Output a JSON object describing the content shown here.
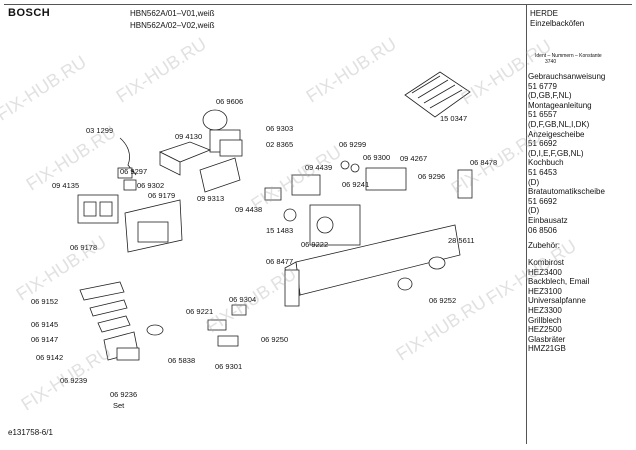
{
  "header": {
    "brand": "BOSCH",
    "model_line1": "HBN562A/01–V01,weiß",
    "model_line2": "HBN562A/02–V02,weiß",
    "category_line1": "HERDE",
    "category_line2": "Einzelbacköfen"
  },
  "ident_box": {
    "line1": "Ident – Nummern – Konstante",
    "line2": "3740"
  },
  "sidebar": {
    "docs": [
      "Gebrauchsanweisung",
      "51 6779",
      "(D,GB,F,NL)",
      "Montageanleitung",
      "51 6557",
      "(D,F,GB,NL,I,DK)",
      "Anzeigescheibe",
      "51 6692",
      "(D,I,E,F,GB,NL)",
      "Kochbuch",
      "51 6453",
      "(D)",
      "Bratautomatikscheibe",
      "51 6692",
      "(D)",
      "Einbausatz",
      "06 8506"
    ],
    "accessories_title": "Zubehör:",
    "accessories": [
      "Kombirost",
      "HEZ3400",
      "Backblech, Email",
      "HEZ3100",
      "Universalpfanne",
      "HEZ3300",
      "Grillblech",
      "HEZ2500",
      "Glasbräter",
      "HMZ21GB"
    ]
  },
  "part_labels": [
    "06 9606",
    "03 1299",
    "09 4130",
    "06 9303",
    "02 8365",
    "06 9299",
    "06 9300",
    "09 4267",
    "06 8478",
    "15 0347",
    "06 9297",
    "09 4135",
    "06 9302",
    "06 9179",
    "09 9313",
    "09 4439",
    "06 9241",
    "06 9296",
    "09 4438",
    "15 1483",
    "06 9222",
    "06 9178",
    "06 8477",
    "28 5611",
    "06 9252",
    "06 9152",
    "06 9145",
    "06 9147",
    "06 9142",
    "06 9239",
    "06 9236",
    "Set",
    "06 5838",
    "06 9221",
    "06 9304",
    "06 9301",
    "06 9250"
  ],
  "footer": {
    "code": "e131758-6/1"
  },
  "watermark": "FIX-HUB.RU"
}
